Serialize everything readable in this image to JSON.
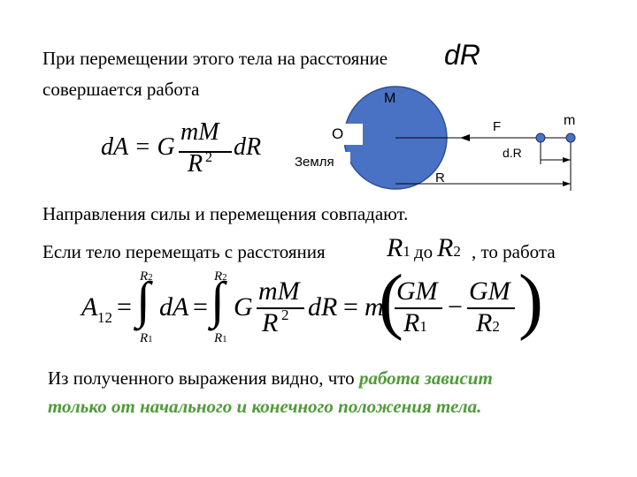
{
  "line1": "При перемещении этого тела на расстояние",
  "line1_sym": "dR",
  "line2": "совершается работа",
  "eq1": {
    "lhs": "dA = G",
    "num": "mM",
    "den": "R",
    "den_sup": "2",
    "rhs": "dR"
  },
  "figure": {
    "label_M": "M",
    "label_O": "O",
    "label_earth": "Земля",
    "label_F": "F",
    "label_m": "m",
    "label_dR": "d.R",
    "label_R": "R",
    "colors": {
      "planet": "#4a72c4",
      "planet_stroke": "#2f4f93",
      "mass": "#4a72c4"
    }
  },
  "line3": "Направления силы и перемещения совпадают.",
  "line4": {
    "pre": "Если тело перемещать с расстояния",
    "r1": "R",
    "r1_sub": "1",
    "mid": "до",
    "r2": "R",
    "r2_sub": "2",
    "post": ", то работа"
  },
  "eq2": {
    "lhs": "A",
    "lhs_sub": "12",
    "eq": "=",
    "int_upper": "R",
    "int_upper_sub": "2",
    "int_lower": "R",
    "int_lower_sub": "1",
    "dA": "dA",
    "G": "G",
    "num": "mM",
    "den": "R",
    "den_sup": "2",
    "dR": "dR",
    "m": "m",
    "frac1_num": "GM",
    "frac1_den": "R",
    "frac1_den_sub": "1",
    "minus": "−",
    "frac2_num": "GM",
    "frac2_den": "R",
    "frac2_den_sub": "2"
  },
  "conclusion": {
    "plain": "Из полученного выражения видно, что ",
    "emph1": "работа зависит",
    "emph2": "только от начального и конечного положения тела."
  }
}
